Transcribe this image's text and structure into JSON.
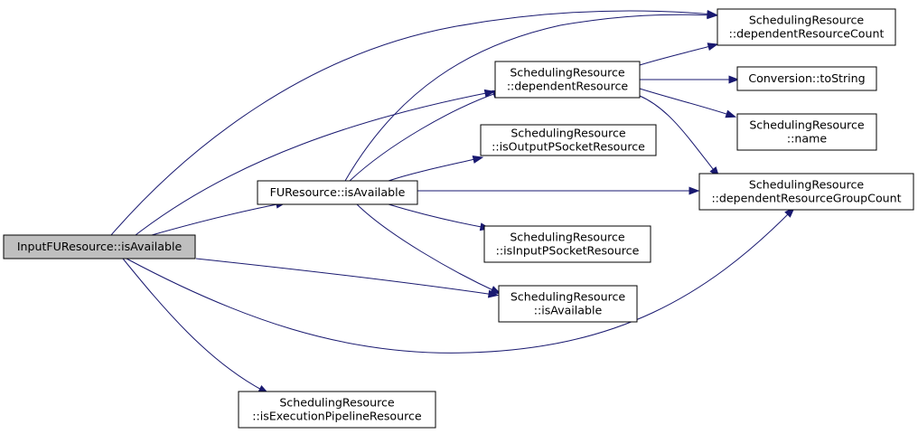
{
  "diagram": {
    "type": "call-graph",
    "root": "n_input",
    "nodes": [
      {
        "id": "n_input",
        "lines": [
          "InputFUResource::isAvailable"
        ],
        "root": true
      },
      {
        "id": "n_fu",
        "lines": [
          "FUResource::isAvailable"
        ]
      },
      {
        "id": "n_exec",
        "lines": [
          "SchedulingResource",
          "::isExecutionPipelineResource"
        ]
      },
      {
        "id": "n_dep",
        "lines": [
          "SchedulingResource",
          "::dependentResource"
        ]
      },
      {
        "id": "n_depcount",
        "lines": [
          "SchedulingResource",
          "::dependentResourceCount"
        ]
      },
      {
        "id": "n_isavail",
        "lines": [
          "SchedulingResource",
          "::isAvailable"
        ]
      },
      {
        "id": "n_grpcount",
        "lines": [
          "SchedulingResource",
          "::dependentResourceGroupCount"
        ]
      },
      {
        "id": "n_out",
        "lines": [
          "SchedulingResource",
          "::isOutputPSocketResource"
        ]
      },
      {
        "id": "n_in",
        "lines": [
          "SchedulingResource",
          "::isInputPSocketResource"
        ]
      },
      {
        "id": "n_tostr",
        "lines": [
          "Conversion::toString"
        ]
      },
      {
        "id": "n_name",
        "lines": [
          "SchedulingResource",
          "::name"
        ]
      }
    ],
    "edges": [
      {
        "from": "n_input",
        "to": "n_depcount"
      },
      {
        "from": "n_input",
        "to": "n_dep"
      },
      {
        "from": "n_input",
        "to": "n_fu"
      },
      {
        "from": "n_input",
        "to": "n_isavail"
      },
      {
        "from": "n_input",
        "to": "n_grpcount"
      },
      {
        "from": "n_input",
        "to": "n_exec"
      },
      {
        "from": "n_fu",
        "to": "n_depcount"
      },
      {
        "from": "n_fu",
        "to": "n_dep"
      },
      {
        "from": "n_fu",
        "to": "n_out"
      },
      {
        "from": "n_fu",
        "to": "n_grpcount"
      },
      {
        "from": "n_fu",
        "to": "n_in"
      },
      {
        "from": "n_fu",
        "to": "n_isavail"
      },
      {
        "from": "n_dep",
        "to": "n_depcount"
      },
      {
        "from": "n_dep",
        "to": "n_tostr"
      },
      {
        "from": "n_dep",
        "to": "n_name"
      },
      {
        "from": "n_dep",
        "to": "n_grpcount"
      }
    ]
  }
}
